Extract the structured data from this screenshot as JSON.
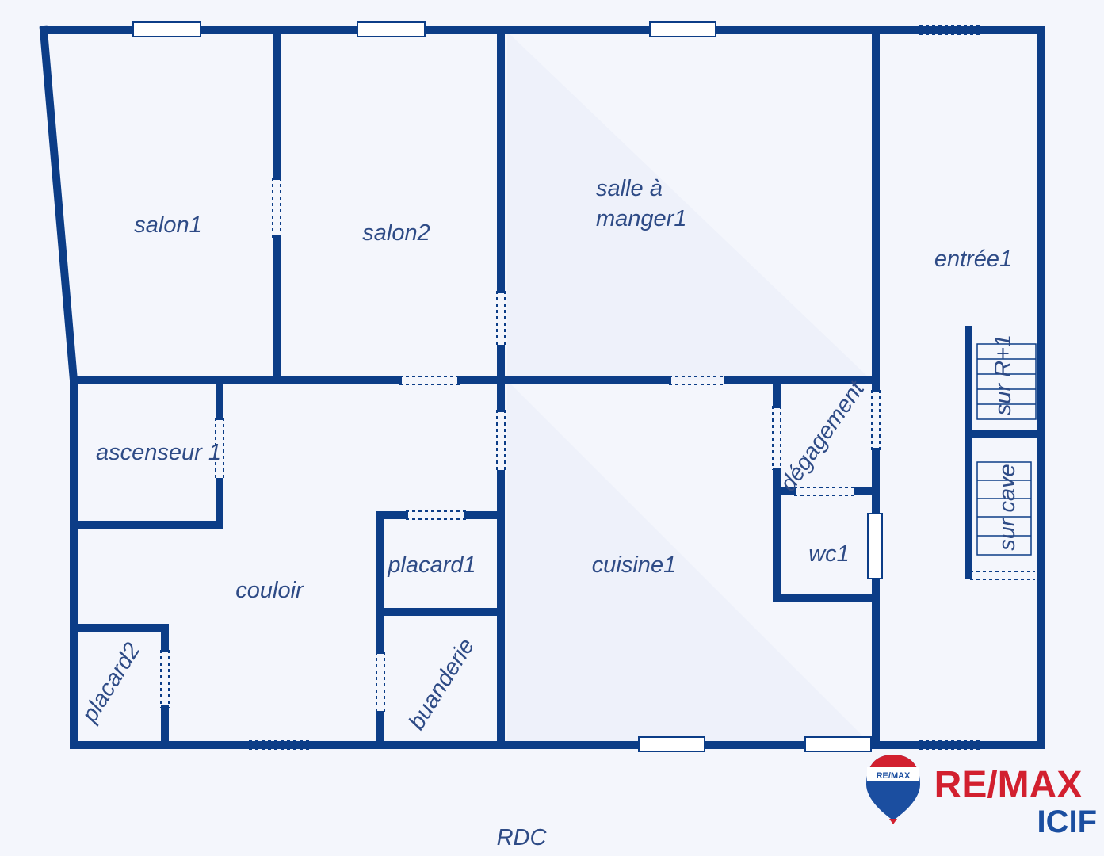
{
  "floor_plan": {
    "floor_name": "RDC",
    "rooms": {
      "salon1": "salon1",
      "salon2": "salon2",
      "salle_a_manger_line1": "salle à",
      "salle_a_manger_line2": "manger1",
      "entree": "entrée1",
      "ascenseur": "ascenseur 1",
      "couloir": "couloir",
      "placard1": "placard1",
      "placard2": "placard2",
      "buanderie": "buanderie",
      "cuisine": "cuisine1",
      "degagement": "dégagement",
      "wc": "wc1"
    },
    "stairs": {
      "up": "sur R+1",
      "down": "sur cave"
    }
  },
  "logo": {
    "brand": "RE/MAX",
    "sub": "ICIF",
    "balloon_text": "RE/MAX",
    "colors": {
      "red": "#d2202f",
      "blue": "#1b4ea0"
    }
  }
}
